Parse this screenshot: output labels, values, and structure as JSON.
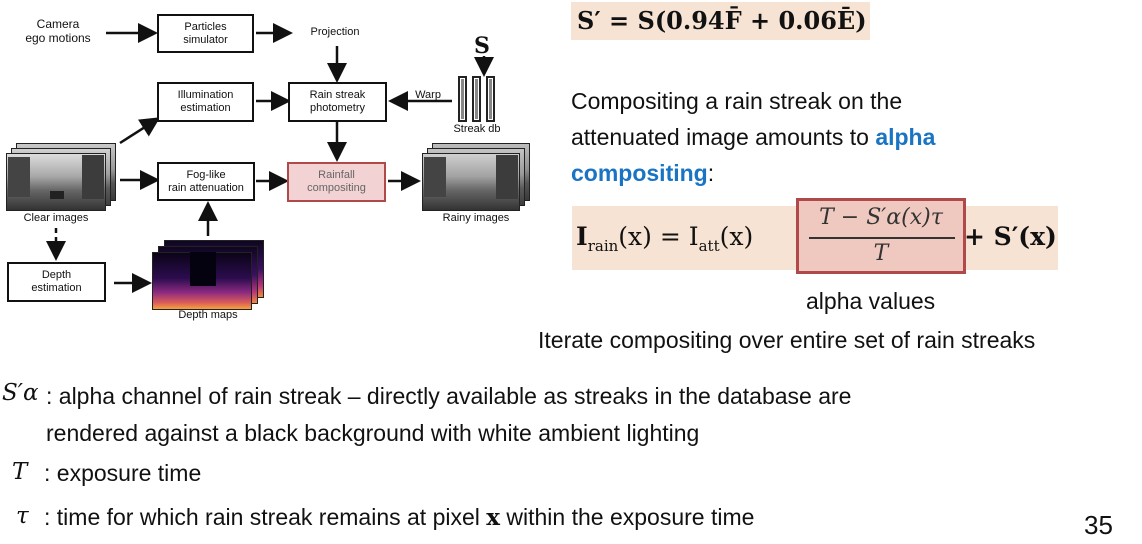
{
  "diagram": {
    "camera_label": "Camera\nego motions",
    "particles": "Particles\nsimulator",
    "projection": "Projection",
    "illumination": "Illumination\nestimation",
    "photometry": "Rain streak\nphotometry",
    "warp": "Warp",
    "streak_db_symbol": "S",
    "streak_db": "Streak db",
    "clear_images": "Clear images",
    "fog": "Fog-like\nrain attenuation",
    "compositing": "Rainfall\ncompositing",
    "rainy_images": "Rainy images",
    "depth_estimation": "Depth\nestimation",
    "depth_maps": "Depth maps"
  },
  "equations": {
    "top": "S′ = S(0.94F̄ + 0.06Ē)",
    "rain_lhs": "I",
    "rain_lhs_sub": "rain",
    "rain_mid": "(x) = I",
    "rain_mid_sub": "att",
    "rain_x": "(x)",
    "frac_num": "T − S′α(x)τ",
    "frac_den": "T",
    "rain_rhs": "+ S′(x)"
  },
  "text": {
    "comp_line1": "Compositing a rain streak on the",
    "comp_line2_pre": "attenuated image amounts to ",
    "comp_line2_hl": "alpha",
    "comp_line3_hl": "compositing",
    "comp_line3_post": ":",
    "alpha_values": "alpha values",
    "iterate": "Iterate compositing over entire set of rain streaks",
    "def1_sym": "S′α",
    "def1_line1": ": alpha channel of rain streak – directly available as streaks in the database are",
    "def1_line2": "rendered against a black background with white ambient lighting",
    "def2_sym": "T",
    "def2": ": exposure time",
    "def3_sym": "τ",
    "def3_pre": ": time for which rain streak remains at pixel ",
    "def3_x": "x",
    "def3_post": " within the exposure time",
    "page_number": "35"
  },
  "colors": {
    "highlight_text": "#1a74c4",
    "equation_bg": "#f6e3d4",
    "compositing_border": "#b04a4a",
    "compositing_fill": "#f2d2d2"
  }
}
